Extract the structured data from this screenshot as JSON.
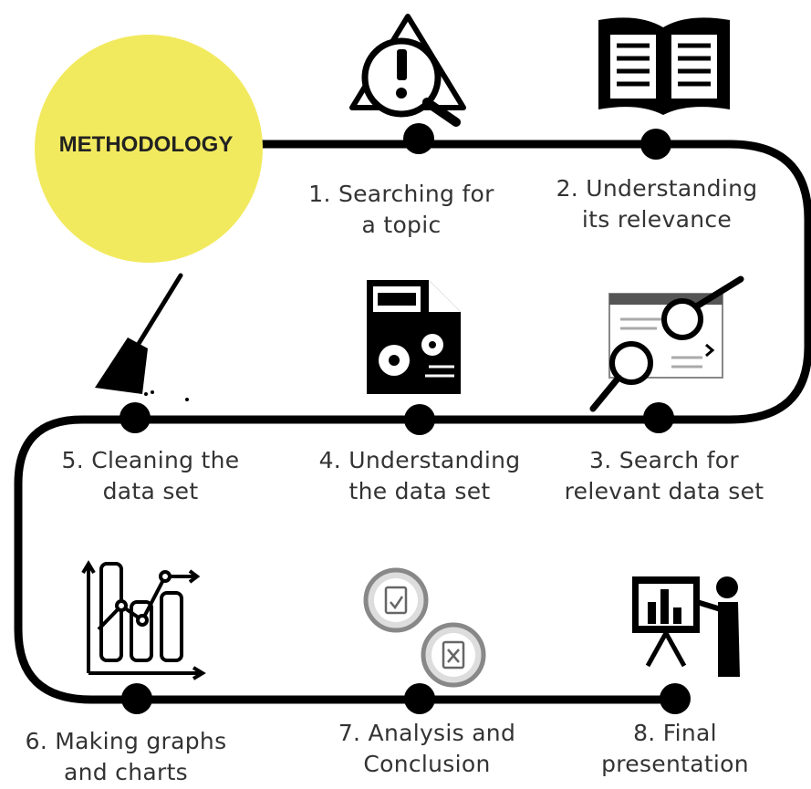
{
  "title": "METHODOLOGY",
  "colors": {
    "accent": "#f2ea5e",
    "line": "#000000",
    "text": "#333333"
  },
  "steps": [
    {
      "lines": [
        "1. Searching for",
        "a topic"
      ],
      "icon": "magnifier-warning-icon"
    },
    {
      "lines": [
        "2. Understanding",
        "its relevance"
      ],
      "icon": "open-book-icon"
    },
    {
      "lines": [
        "3. Search for",
        "relevant data set"
      ],
      "icon": "web-search-icon"
    },
    {
      "lines": [
        "4. Understanding",
        "the data set"
      ],
      "icon": "document-gears-icon"
    },
    {
      "lines": [
        "5. Cleaning the",
        "data set"
      ],
      "icon": "broom-icon"
    },
    {
      "lines": [
        "6. Making graphs",
        "and charts"
      ],
      "icon": "bar-line-chart-icon"
    },
    {
      "lines": [
        "7. Analysis and",
        "Conclusion"
      ],
      "icon": "clipboard-check-icon"
    },
    {
      "lines": [
        "8. Final",
        "presentation"
      ],
      "icon": "presenter-board-icon"
    }
  ]
}
